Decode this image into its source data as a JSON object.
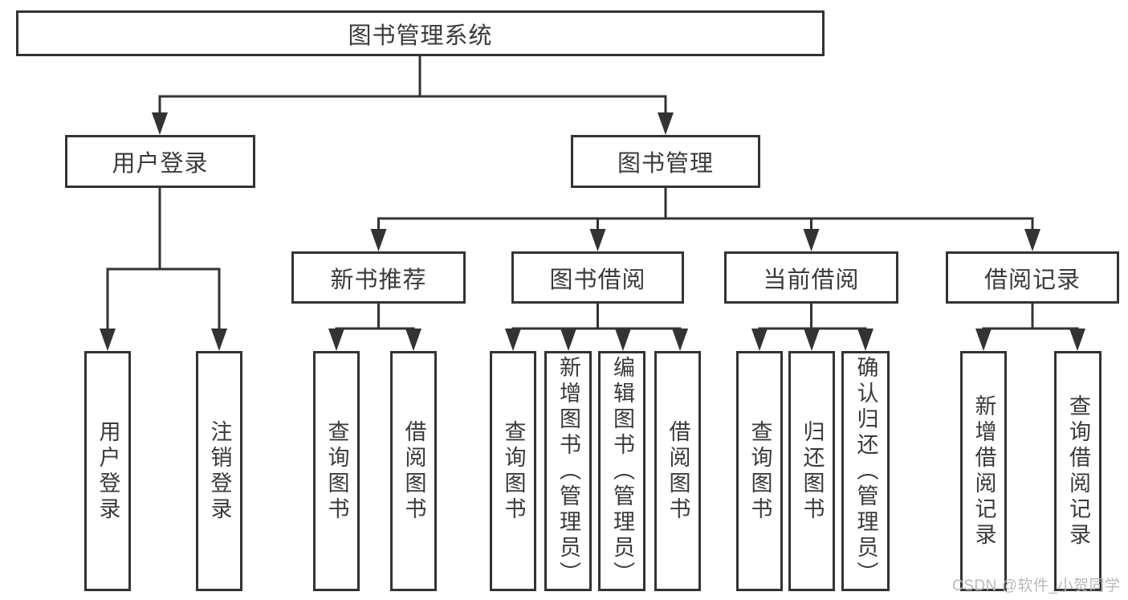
{
  "diagram": {
    "root": {
      "label": "图书管理系统",
      "children": [
        {
          "label": "用户登录",
          "children": [
            {
              "label": "用户登录"
            },
            {
              "label": "注销登录"
            }
          ]
        },
        {
          "label": "图书管理",
          "children": [
            {
              "label": "新书推荐",
              "children": [
                {
                  "label": "查询图书"
                },
                {
                  "label": "借阅图书"
                }
              ]
            },
            {
              "label": "图书借阅",
              "children": [
                {
                  "label": "查询图书"
                },
                {
                  "label": "新增图书（管理员）"
                },
                {
                  "label": "编辑图书（管理员）"
                },
                {
                  "label": "借阅图书"
                }
              ]
            },
            {
              "label": "当前借阅",
              "children": [
                {
                  "label": "查询图书"
                },
                {
                  "label": "归还图书"
                },
                {
                  "label": "确认归还（管理员）"
                }
              ]
            },
            {
              "label": "借阅记录",
              "children": [
                {
                  "label": "新增借阅记录"
                },
                {
                  "label": "查询借阅记录"
                }
              ]
            }
          ]
        }
      ]
    }
  },
  "watermark": {
    "text": "CSDN @软件_小贺同学"
  },
  "colors": {
    "line": "#333333",
    "text": "#3a3a3a",
    "box_background": "#ffffff",
    "watermark": "#b9b9b9",
    "page_background": "#ffffff"
  }
}
